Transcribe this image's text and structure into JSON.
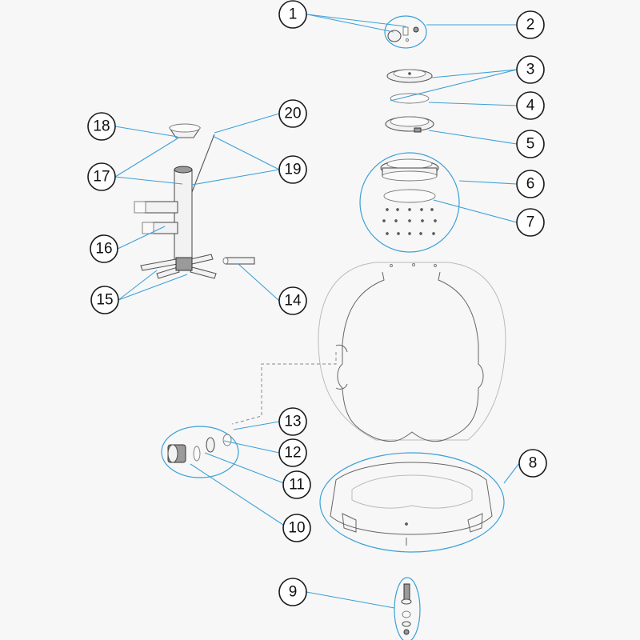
{
  "colors": {
    "leader": "#3aa0d8",
    "outline": "#1a1a1a",
    "background": "#f7f7f7"
  },
  "callouts": [
    {
      "id": "1",
      "label": "1"
    },
    {
      "id": "2",
      "label": "2"
    },
    {
      "id": "3",
      "label": "3"
    },
    {
      "id": "4",
      "label": "4"
    },
    {
      "id": "5",
      "label": "5"
    },
    {
      "id": "6",
      "label": "6"
    },
    {
      "id": "7",
      "label": "7"
    },
    {
      "id": "8",
      "label": "8"
    },
    {
      "id": "9",
      "label": "9"
    },
    {
      "id": "10",
      "label": "10"
    },
    {
      "id": "11",
      "label": "11"
    },
    {
      "id": "12",
      "label": "12"
    },
    {
      "id": "13",
      "label": "13"
    },
    {
      "id": "14",
      "label": "14"
    },
    {
      "id": "15",
      "label": "15"
    },
    {
      "id": "16",
      "label": "16"
    },
    {
      "id": "17",
      "label": "17"
    },
    {
      "id": "18",
      "label": "18"
    },
    {
      "id": "19",
      "label": "19"
    },
    {
      "id": "20",
      "label": "20"
    }
  ]
}
